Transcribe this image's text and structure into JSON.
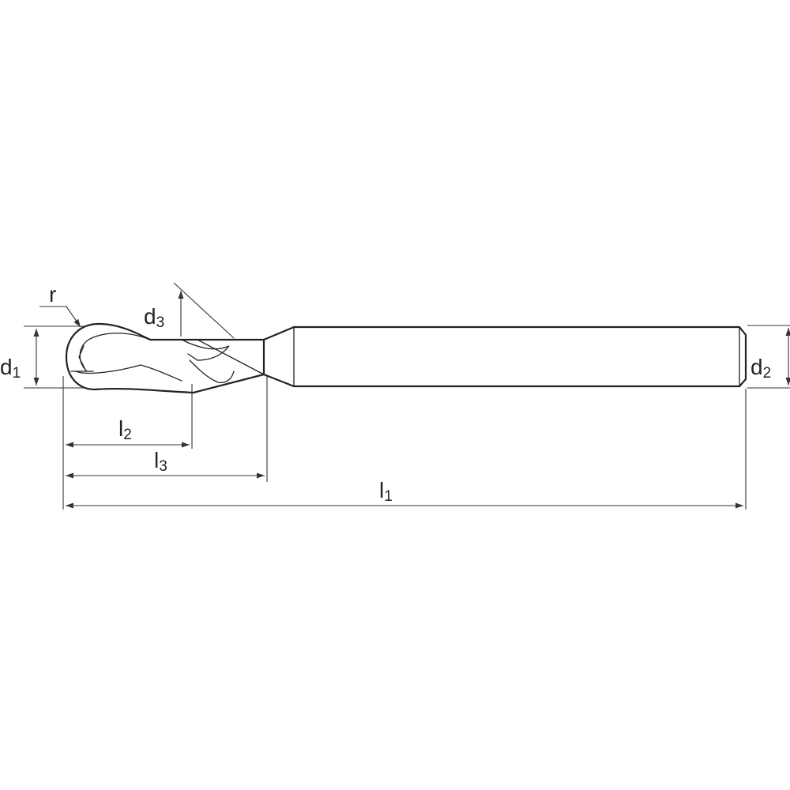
{
  "labels": {
    "r": {
      "main": "r",
      "sub": ""
    },
    "d1": {
      "main": "d",
      "sub": "1"
    },
    "d2": {
      "main": "d",
      "sub": "2"
    },
    "d3": {
      "main": "d",
      "sub": "3"
    },
    "l1": {
      "main": "l",
      "sub": "1"
    },
    "l2": {
      "main": "l",
      "sub": "2"
    },
    "l3": {
      "main": "l",
      "sub": "3"
    }
  },
  "colors": {
    "line": "#222222",
    "background": "#ffffff"
  }
}
